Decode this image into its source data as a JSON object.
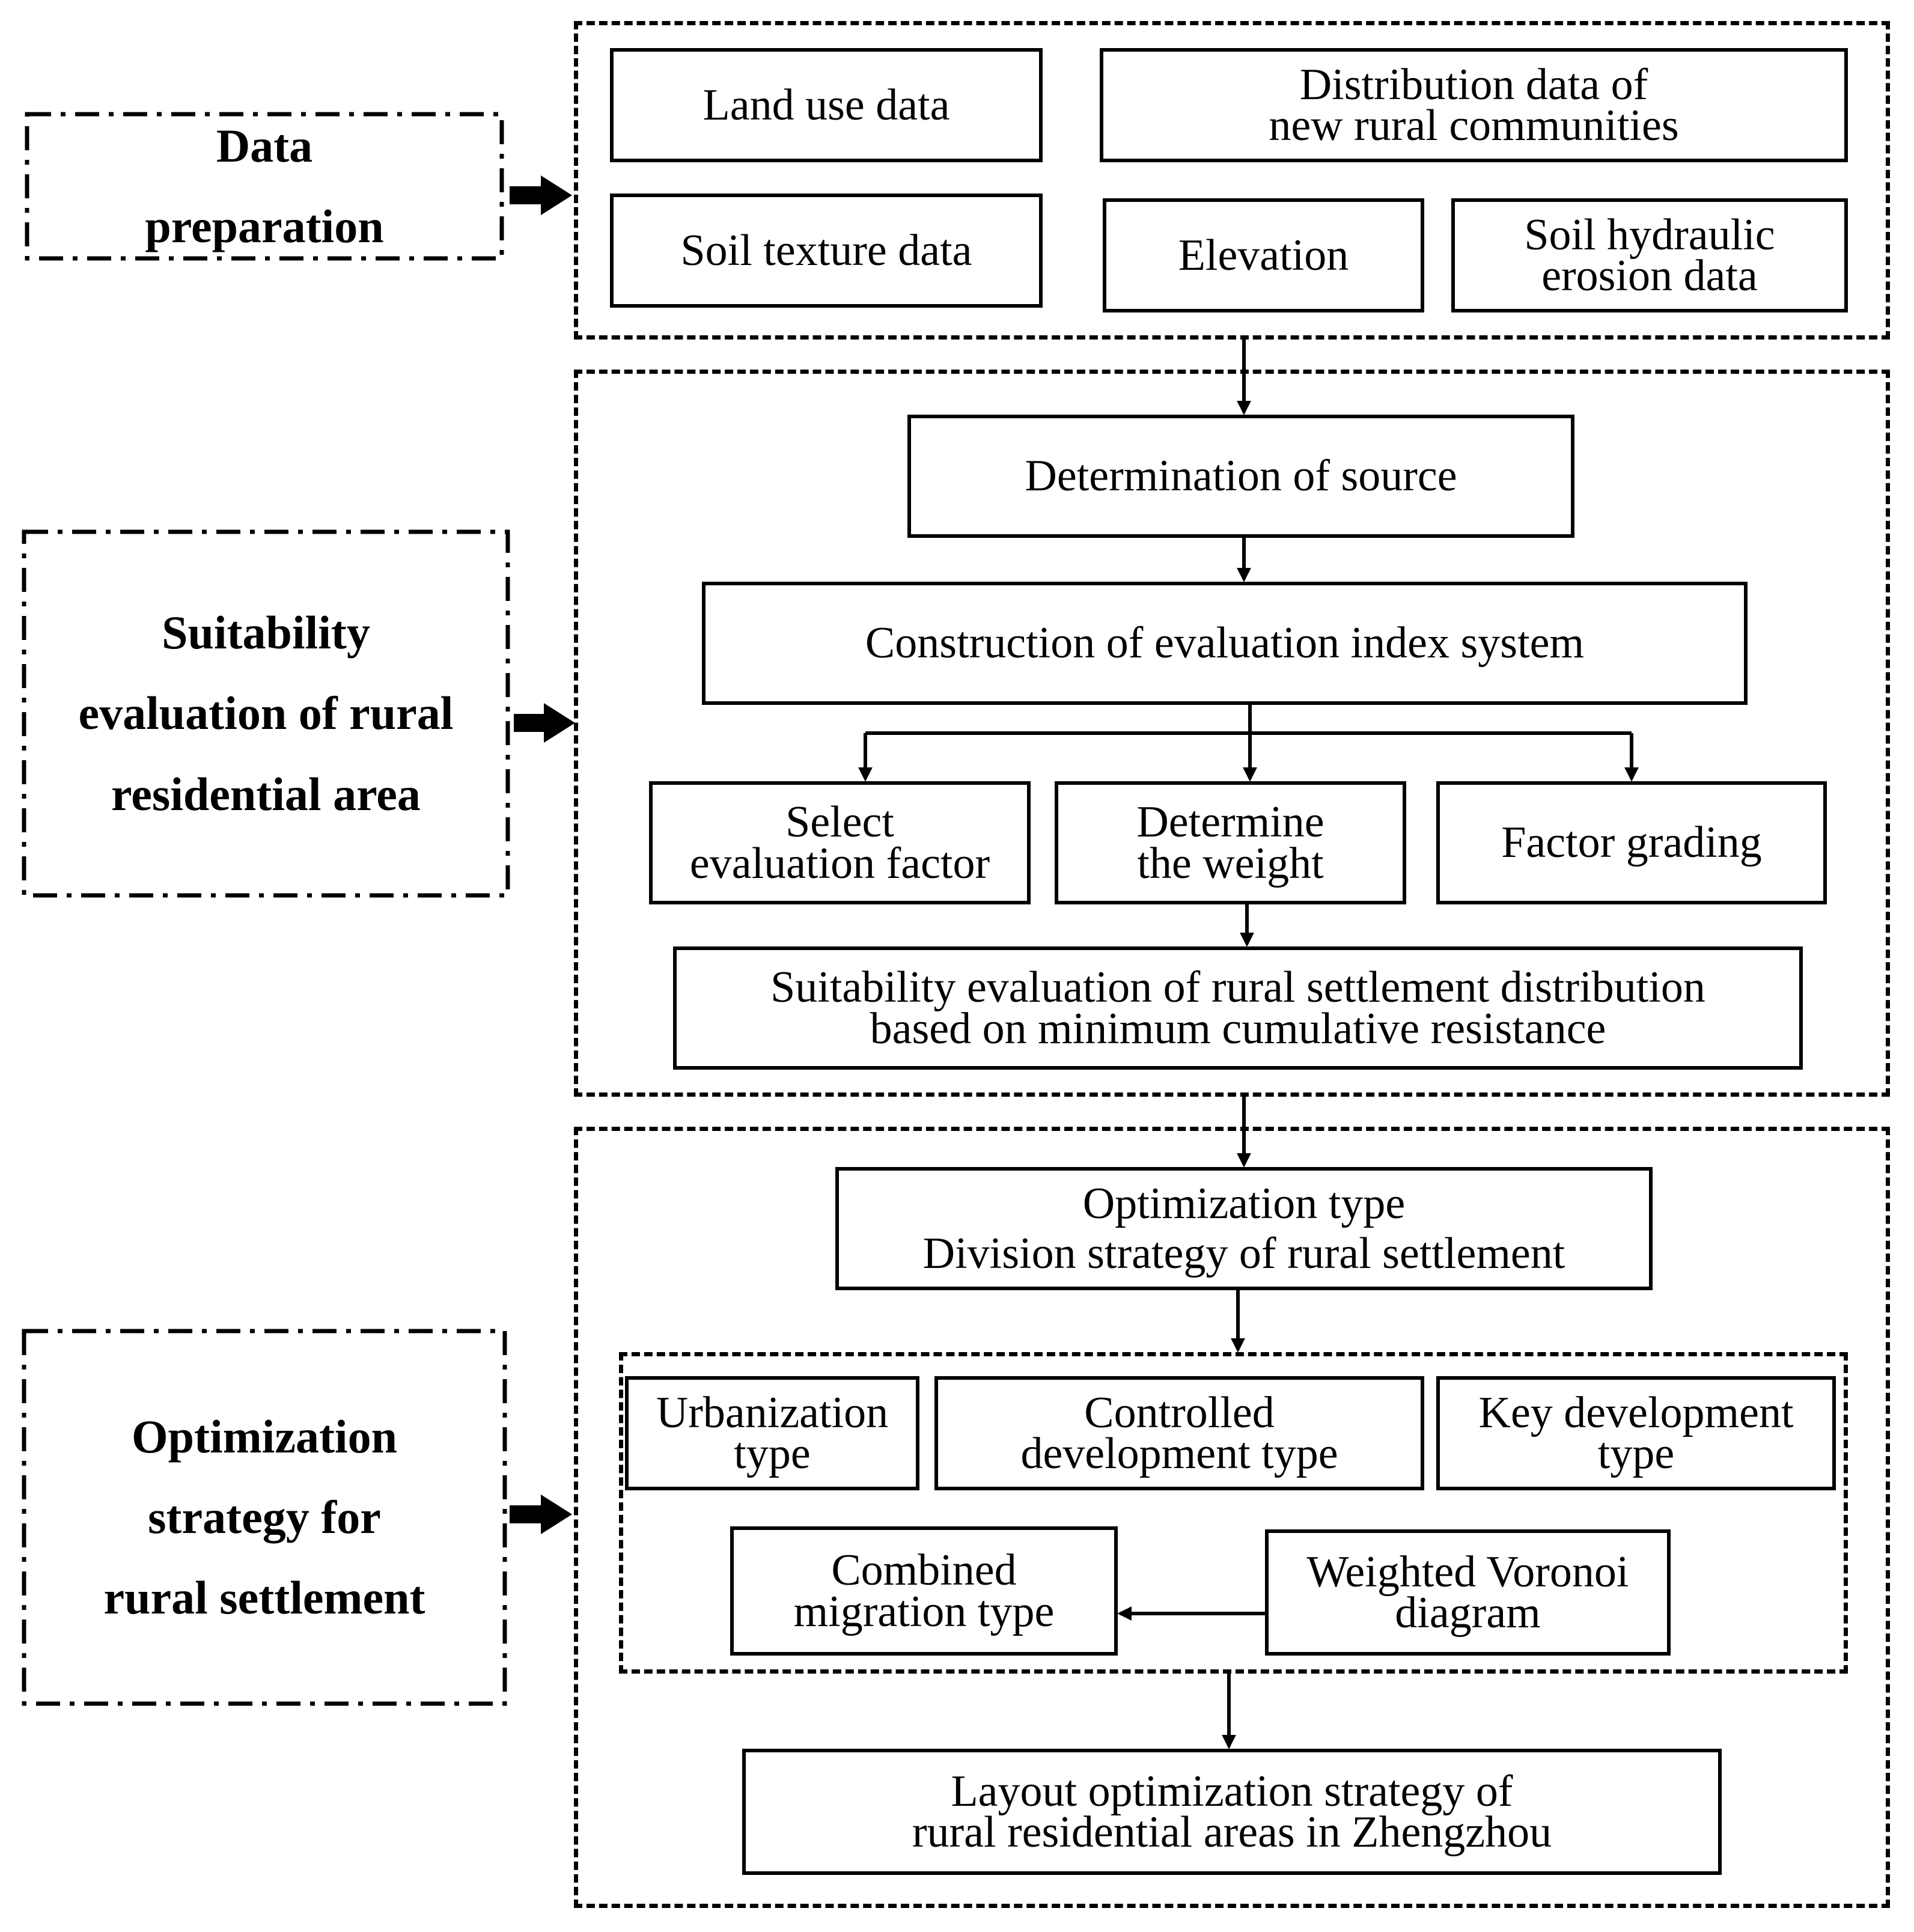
{
  "stages": {
    "data_preparation": [
      "Data",
      "preparation"
    ],
    "suitability": [
      "Suitability",
      "evaluation of rural",
      "residential area"
    ],
    "optimization": [
      "Optimization",
      "strategy for",
      "rural settlement"
    ]
  },
  "data_prep": {
    "land_use": "Land use data",
    "distribution": [
      "Distribution data of",
      "new rural communities"
    ],
    "soil_texture": "Soil texture data",
    "elevation": "Elevation",
    "soil_hydraulic": [
      "Soil hydraulic",
      "erosion data"
    ]
  },
  "suitability_flow": {
    "source": "Determination of source",
    "index_system": "Construction of evaluation index system",
    "select_factor": [
      "Select",
      "evaluation factor"
    ],
    "determine_weight": [
      "Determine",
      "the weight"
    ],
    "factor_grading": "Factor grading",
    "mcr_eval": [
      "Suitability evaluation of rural settlement distribution",
      "based on minimum cumulative resistance"
    ]
  },
  "optimization_flow": {
    "division": [
      "Optimization type",
      "Division strategy of rural settlement"
    ],
    "urbanization": [
      "Urbanization",
      "type"
    ],
    "controlled": [
      "Controlled",
      "development type"
    ],
    "key_development": [
      "Key development",
      "type"
    ],
    "combined_migration": [
      "Combined",
      "migration type"
    ],
    "voronoi": [
      "Weighted Voronoi",
      "diagram"
    ],
    "layout": [
      "Layout optimization strategy of",
      "rural residential areas in Zhengzhou"
    ]
  }
}
